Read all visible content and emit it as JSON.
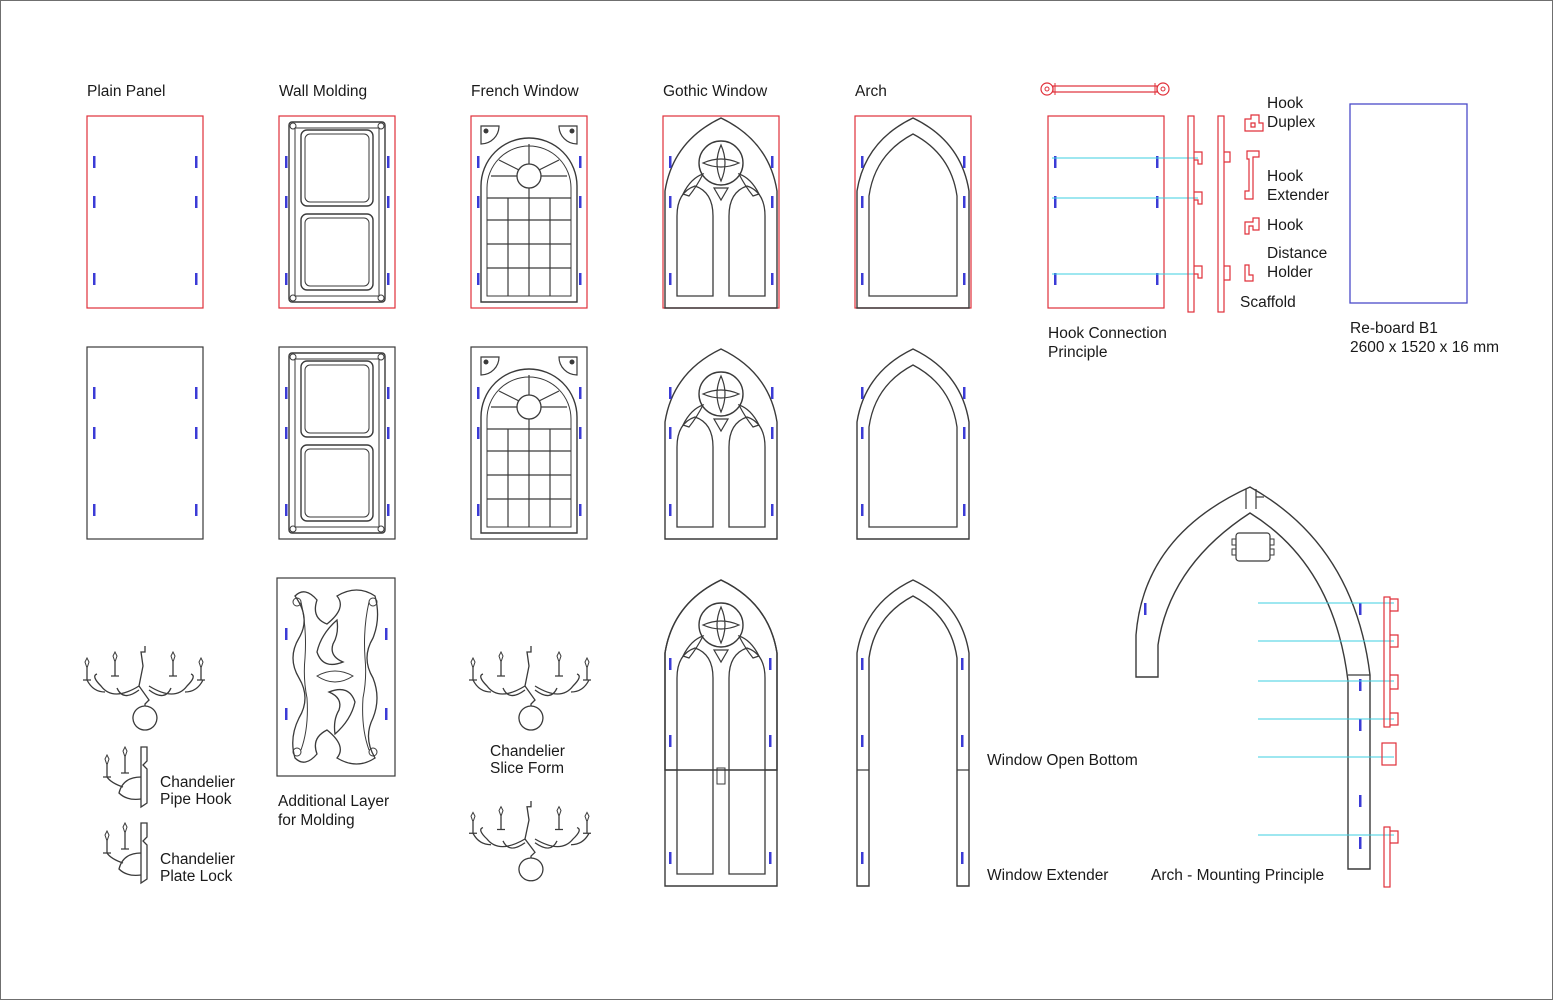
{
  "labels": {
    "plain_panel": "Plain Panel",
    "wall_molding": "Wall Molding",
    "french_window": "French Window",
    "gothic_window": "Gothic Window",
    "arch": "Arch",
    "hook_duplex_1": "Hook",
    "hook_duplex_2": "Duplex",
    "hook_extender_1": "Hook",
    "hook_extender_2": "Extender",
    "hook": "Hook",
    "distance_holder_1": "Distance",
    "distance_holder_2": "Holder",
    "scaffold": "Scaffold",
    "hook_connection_1": "Hook Connection",
    "hook_connection_2": "Principle",
    "reboard_1": "Re-board B1",
    "reboard_2": "2600 x 1520 x 16 mm",
    "chandelier_pipe_1": "Chandelier",
    "chandelier_pipe_2": "Pipe Hook",
    "chandelier_plate_1": "Chandelier",
    "chandelier_plate_2": "Plate Lock",
    "additional_layer_1": "Additional Layer",
    "additional_layer_2": "for Molding",
    "chandelier_slice_1": "Chandelier",
    "chandelier_slice_2": "Slice Form",
    "window_open_bottom": "Window Open Bottom",
    "window_extender": "Window Extender",
    "arch_mounting": "Arch - Mounting Principle"
  },
  "colors": {
    "outline": "#3a3a3a",
    "cut_red": "#e0303a",
    "slot_blue": "#3b3bd6",
    "guide_cyan": "#3ccfe0",
    "board_blue": "#4a4ac8"
  }
}
